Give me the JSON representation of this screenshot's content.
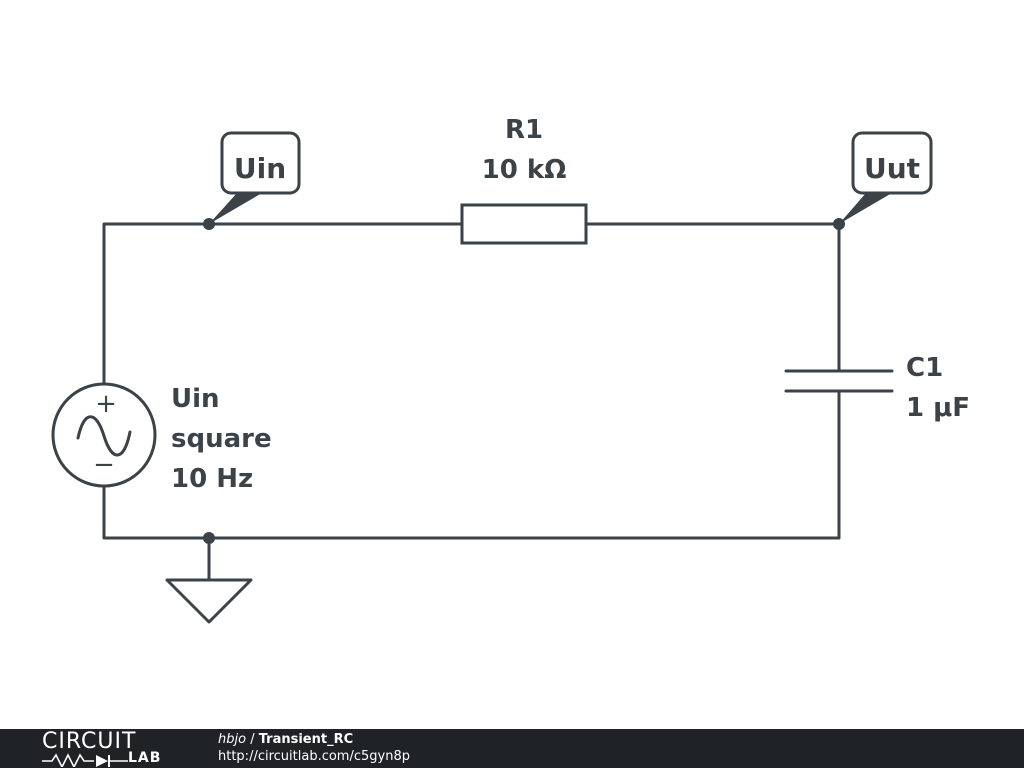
{
  "schematic": {
    "resistor": {
      "name": "R1",
      "value": "10 kΩ"
    },
    "capacitor": {
      "name": "C1",
      "value": "1 μF"
    },
    "source": {
      "name": "Uin",
      "type": "square",
      "frequency": "10 Hz",
      "plus": "+",
      "minus": "−"
    },
    "flags": {
      "input": "Uin",
      "output": "Uut"
    },
    "colors": {
      "wire": "#3b4248",
      "background": "#ffffff",
      "footer": "#202326"
    }
  },
  "footer": {
    "logo_top": "CIRCUIT",
    "logo_bottom": "LAB",
    "author": "hbjo",
    "separator": " / ",
    "project": "Transient_RC",
    "url": "http://circuitlab.com/c5gyn8p"
  }
}
